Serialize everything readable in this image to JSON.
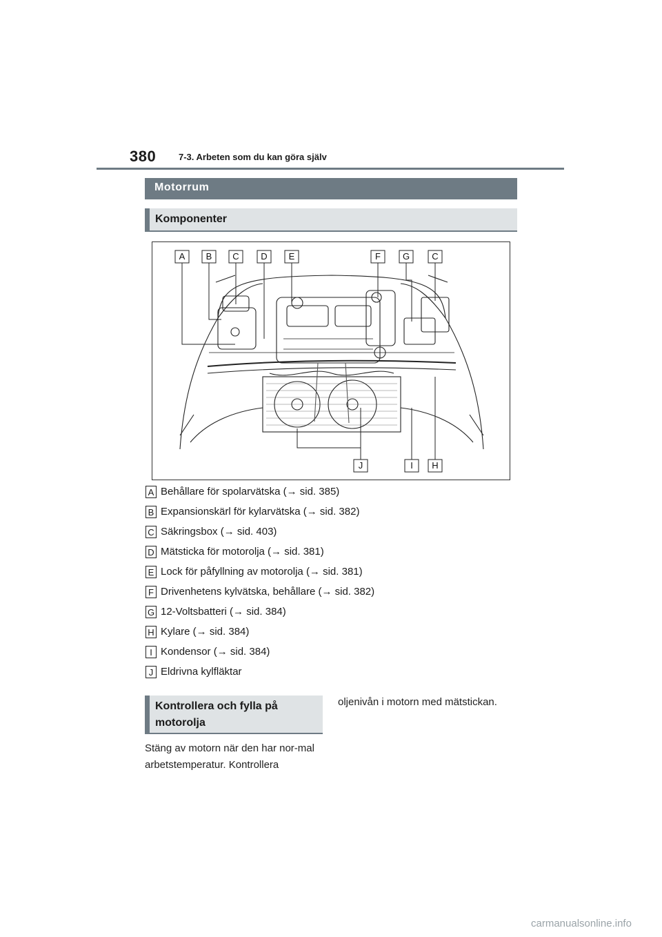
{
  "header": {
    "page_number": "380",
    "chapter": "7-3. Arbeten som du kan göra själv"
  },
  "section": {
    "title": "Motorrum"
  },
  "components": {
    "heading": "Komponenter",
    "figure_labels": {
      "top": [
        "A",
        "B",
        "C",
        "D",
        "E",
        "F",
        "G",
        "C"
      ],
      "bottom": [
        "J",
        "I",
        "H"
      ]
    },
    "items": [
      {
        "letter": "A",
        "text": "Behållare för spolarvätska (→ sid. 385)"
      },
      {
        "letter": "B",
        "text": "Expansionskärl för kylarvätska (→ sid. 382)"
      },
      {
        "letter": "C",
        "text": "Säkringsbox (→ sid. 403)"
      },
      {
        "letter": "D",
        "text": "Mätsticka för motorolja (→ sid. 381)"
      },
      {
        "letter": "E",
        "text": "Lock för påfyllning av motorolja (→ sid. 381)"
      },
      {
        "letter": "F",
        "text": "Drivenhetens kylvätska, behållare (→ sid. 382)"
      },
      {
        "letter": "G",
        "text": "12-Voltsbatteri (→ sid. 384)"
      },
      {
        "letter": "H",
        "text": "Kylare (→ sid. 384)"
      },
      {
        "letter": "I",
        "text": "Kondensor (→ sid. 384)"
      },
      {
        "letter": "J",
        "text": "Eldrivna kylfläktar"
      }
    ]
  },
  "oil": {
    "heading": "Kontrollera och fylla på motorolja",
    "left_text": "Stäng av motorn när den har nor-mal arbetstemperatur. Kontrollera",
    "right_text": "oljenivån i motorn med mätstickan."
  },
  "footer": {
    "watermark": "carmanualsonline.info"
  }
}
